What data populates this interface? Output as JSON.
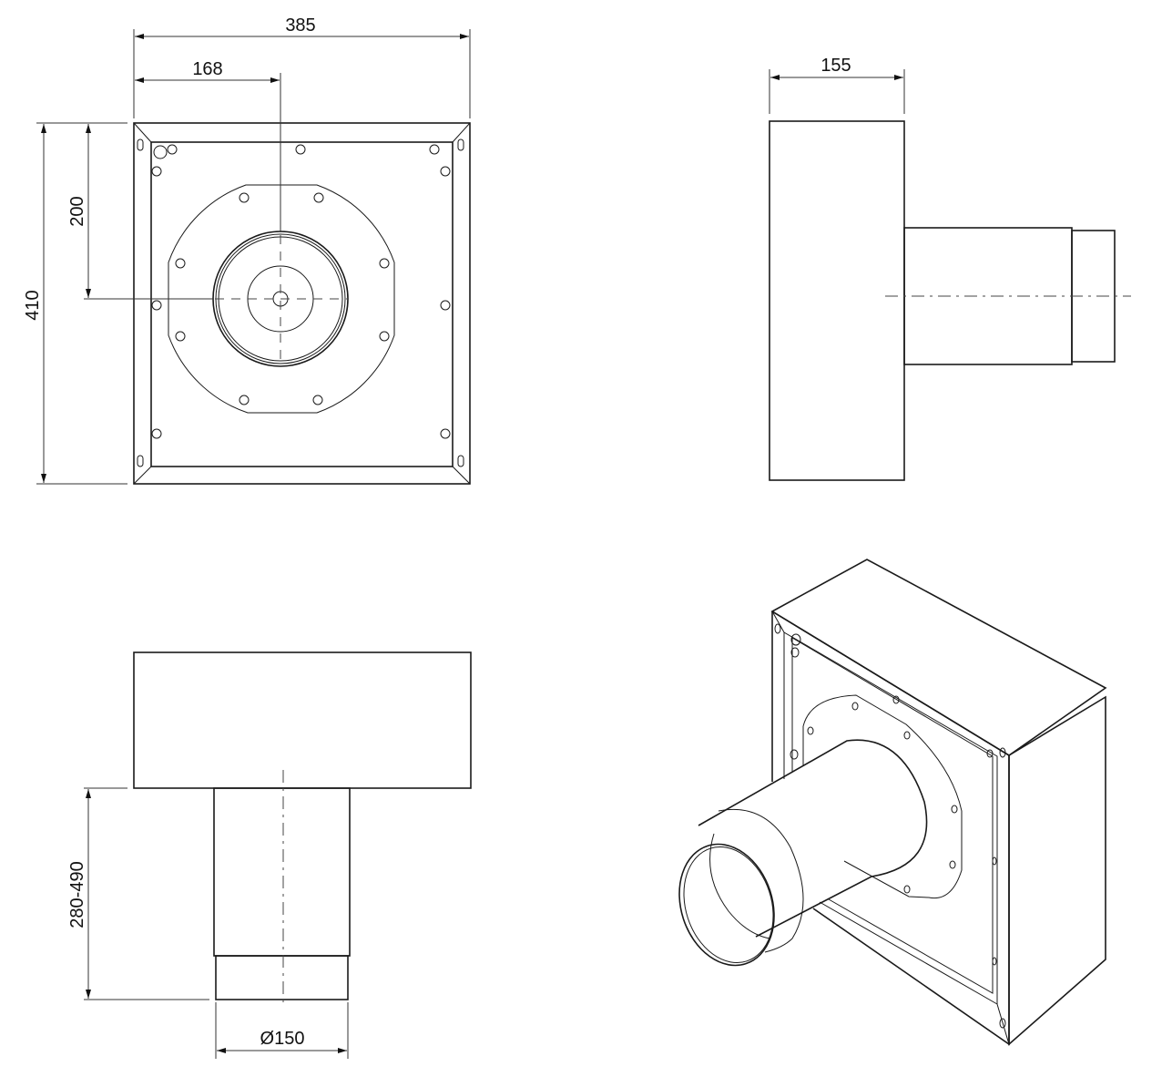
{
  "drawing": {
    "dimensions": {
      "width_overall": "385",
      "center_offset_x": "168",
      "height_overall": "410",
      "center_offset_y": "200",
      "depth": "155",
      "duct_length": "280-490",
      "duct_diameter": "Ø150"
    },
    "line_color": "#1a1a1a",
    "background": "#ffffff"
  }
}
